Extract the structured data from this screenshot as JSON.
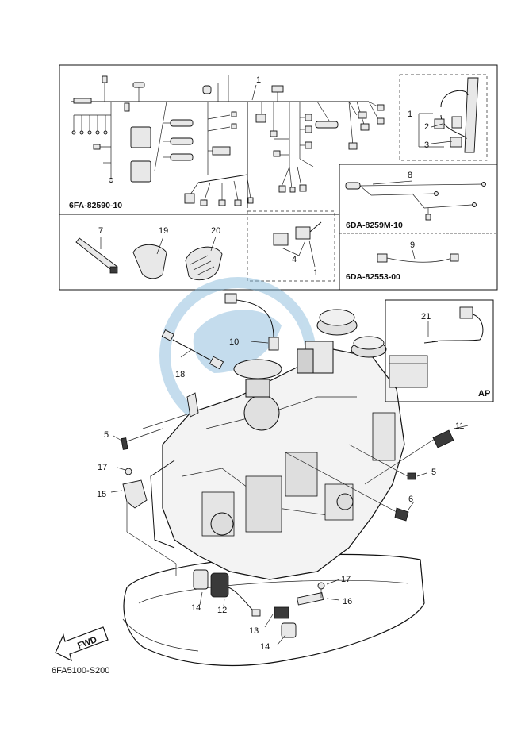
{
  "harness_box": {
    "main_label": "1",
    "code": "6FA-82590-10",
    "sub_labels": [
      "1",
      "2",
      "3"
    ],
    "relay_labels": [
      "4",
      "1"
    ]
  },
  "box_8": {
    "label": "8",
    "code": "6DA-8259M-10"
  },
  "box_9": {
    "label": "9",
    "code": "6DA-82553-00"
  },
  "clips": {
    "tie_label": "7",
    "clamp_a_label": "19",
    "clamp_b_label": "20"
  },
  "ap_box": {
    "part_label": "21",
    "tag": "AP"
  },
  "engine_callouts": {
    "sensor_10": "10",
    "rod_18": "18",
    "bolt_5_left": "5",
    "bolt_17_left": "17",
    "bracket_15": "15",
    "sensor_11": "11",
    "bolt_5_right": "5",
    "nut_6": "6",
    "bolt_17_bottom": "17",
    "bracket_16": "16",
    "grommet_14_left": "14",
    "switch_12": "12",
    "switch_13": "13",
    "grommet_14_bottom": "14"
  },
  "fwd_arrow": {
    "text": "FWD"
  },
  "drawing_code": "6FA5100-S200",
  "colors": {
    "ink": "#111111",
    "watermark": "#7db3d8"
  }
}
